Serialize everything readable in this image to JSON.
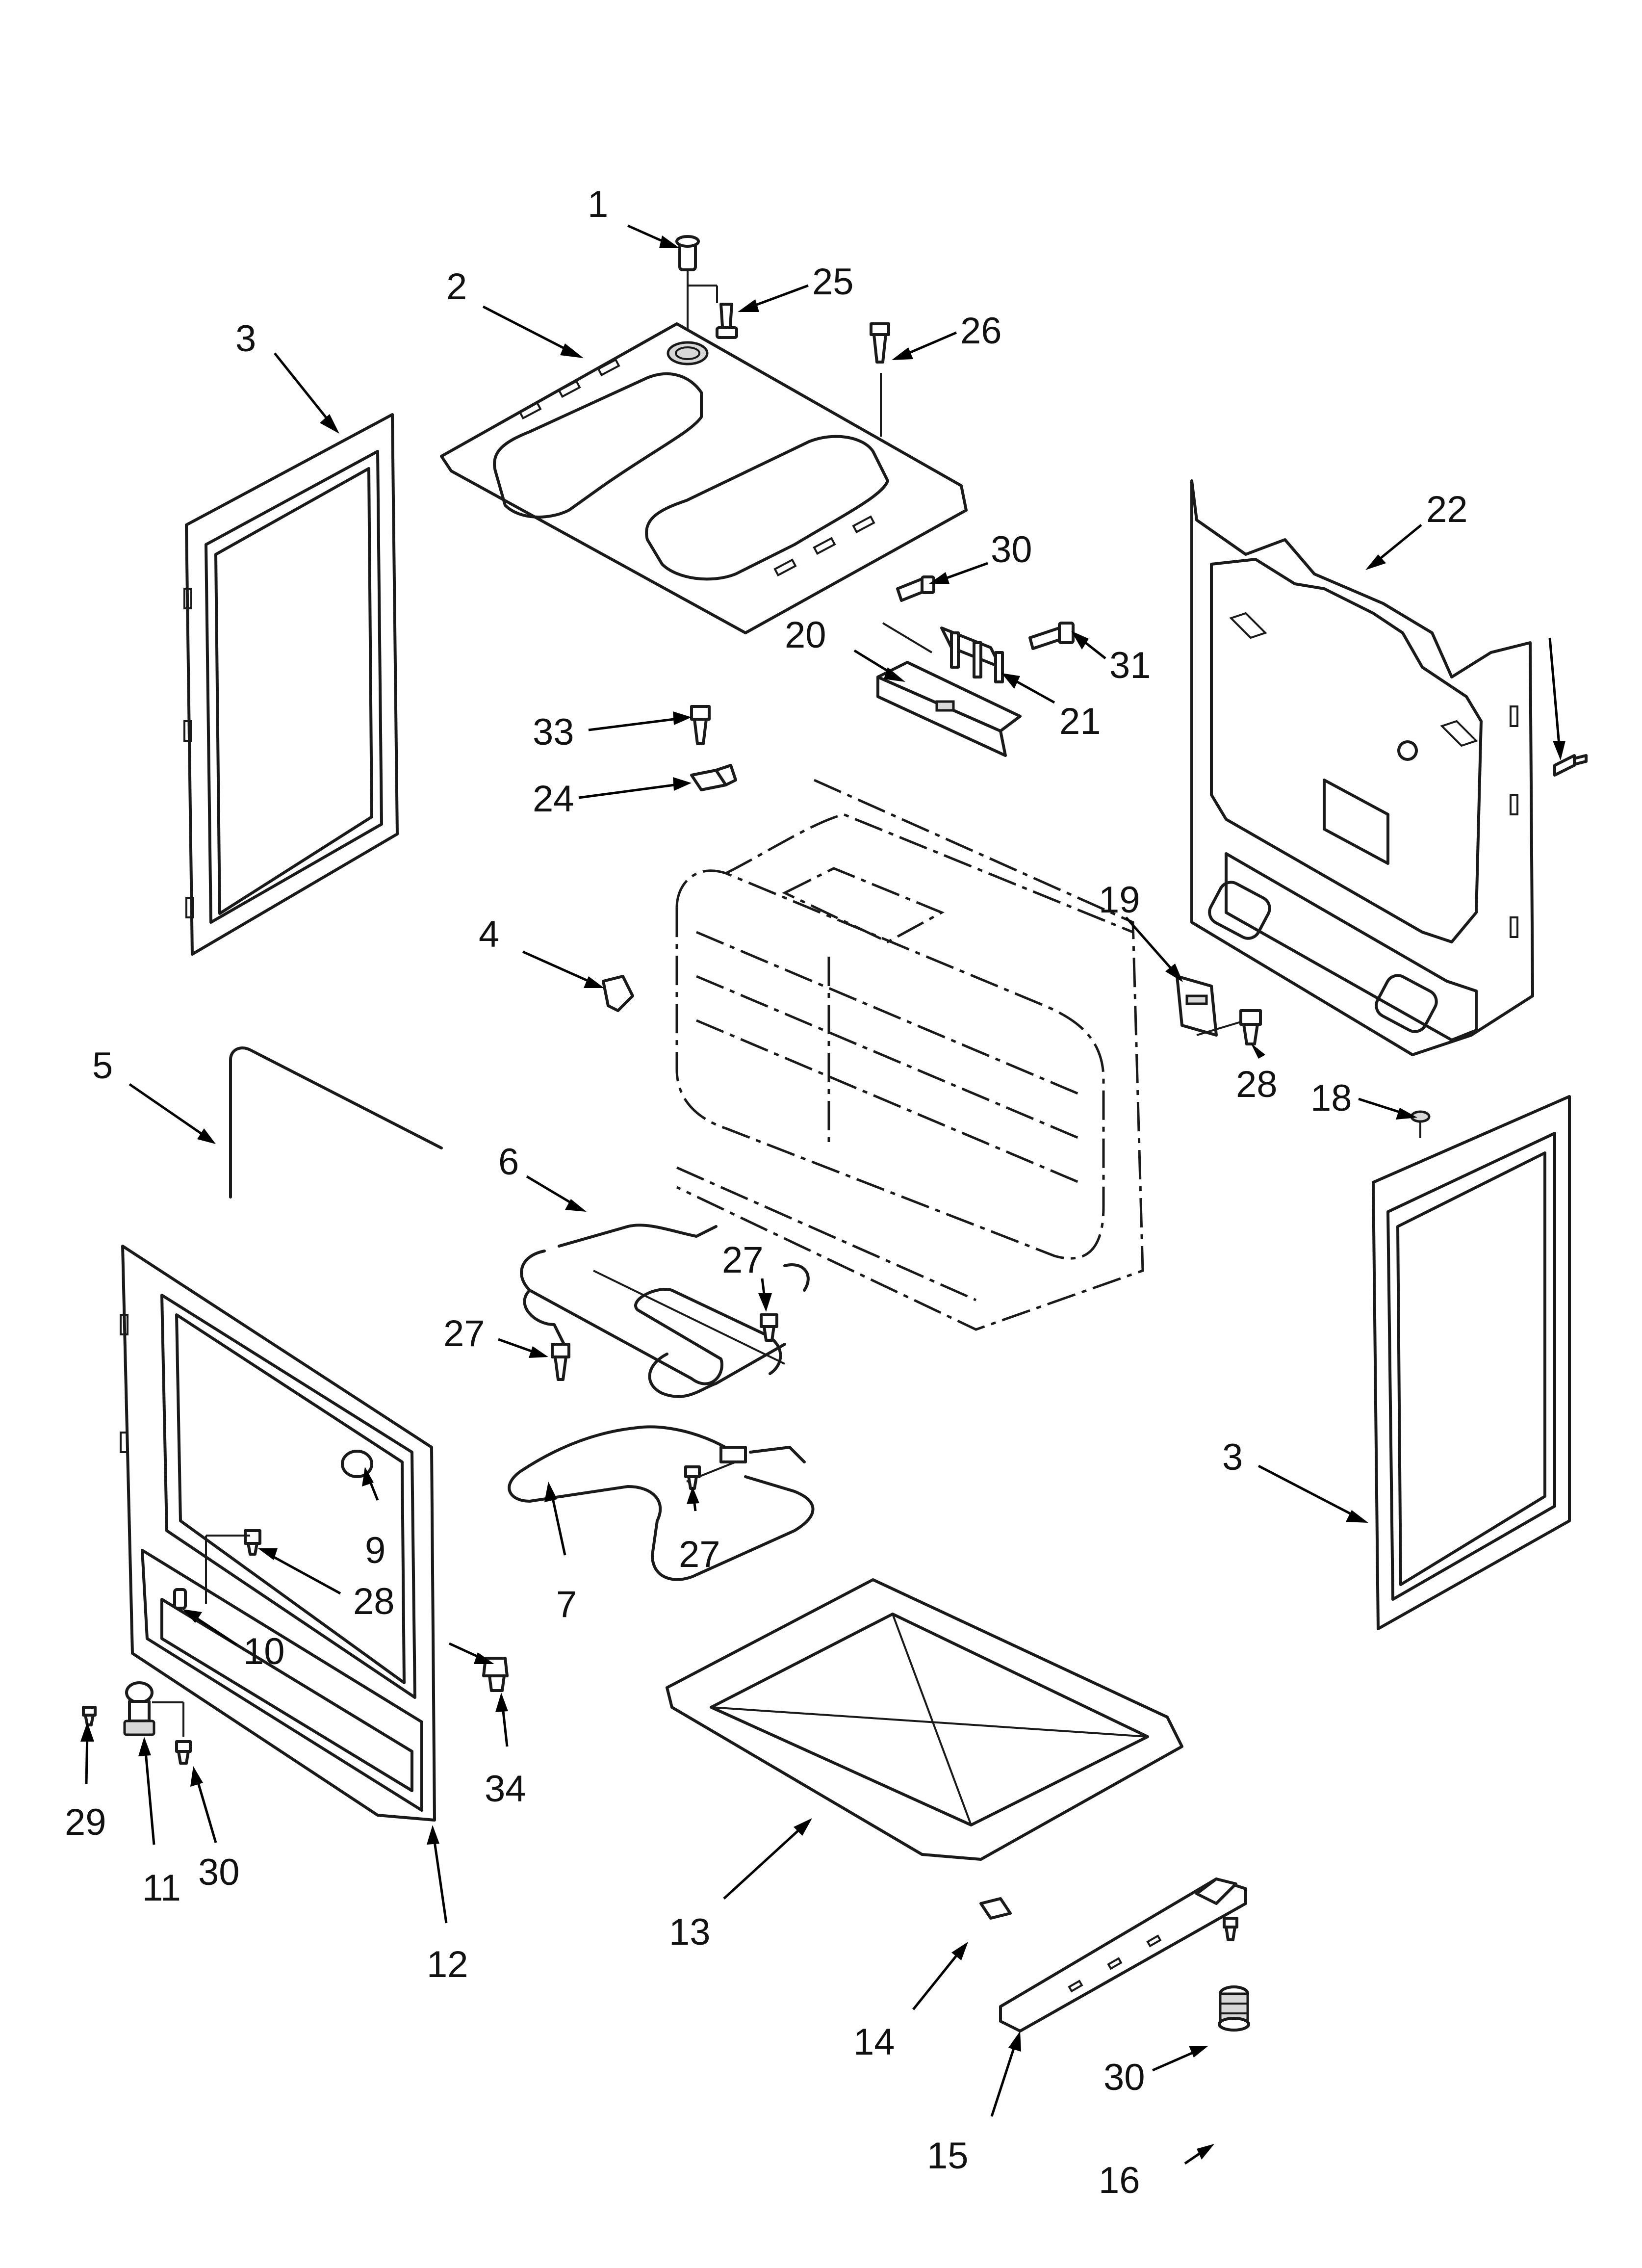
{
  "diagram": {
    "type": "exploded-parts-diagram",
    "callouts": [
      "1",
      "2",
      "3",
      "25",
      "26",
      "22",
      "30",
      "20",
      "31",
      "21",
      "33",
      "24",
      "4",
      "19",
      "28",
      "18",
      "5",
      "6",
      "27",
      "27",
      "9",
      "28",
      "10",
      "7",
      "27",
      "3",
      "34",
      "29",
      "11",
      "30",
      "12",
      "13",
      "14",
      "15",
      "30",
      "16"
    ],
    "parts": [
      "screw-1",
      "cooktop-bottom-panel",
      "side-panel-left",
      "screw-25",
      "screw-26",
      "rear-panel",
      "screw-30",
      "bracket-20",
      "screw-31",
      "bracket-21",
      "screw-33",
      "clip-24",
      "clip-4",
      "bracket-19",
      "screw-28",
      "screw-18",
      "gasket-5",
      "bake-element-6",
      "screw-27",
      "knob-9",
      "clip-10",
      "broil-element-7",
      "side-panel-right",
      "screw-34",
      "screw-29",
      "leveler-11",
      "front-frame-12",
      "bottom-drawer-13",
      "clip-14",
      "drawer-slide-15",
      "leveling-leg-16",
      "oven-cavity-dashed"
    ]
  }
}
